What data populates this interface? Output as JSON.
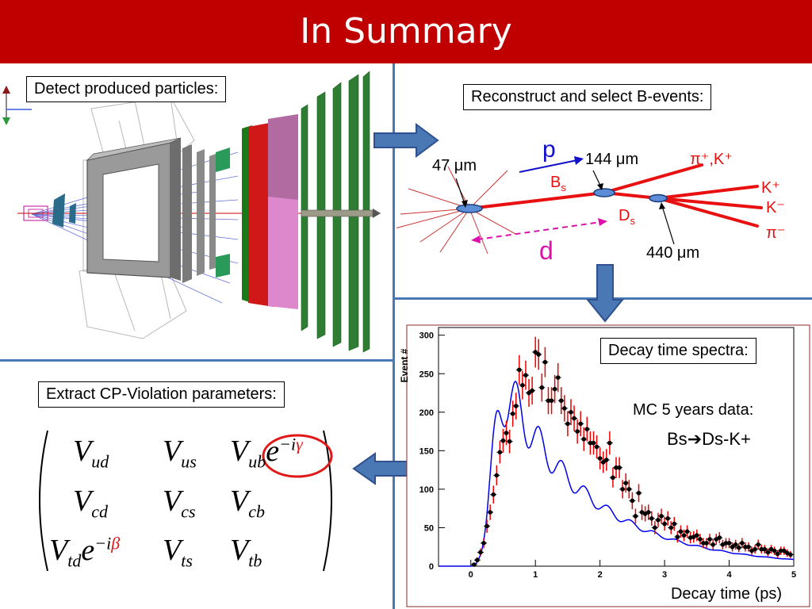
{
  "slide": {
    "title": "In Summary"
  },
  "panels": {
    "detect": {
      "label": "Detect produced particles:"
    },
    "reconstruct": {
      "label": "Reconstruct and select B-events:",
      "p_label": "p",
      "bs": {
        "main": "B",
        "sub": "s"
      },
      "ds": {
        "main": "D",
        "sub": "s"
      },
      "d_label": "d",
      "dist_47": "47 μm",
      "dist_144": "144 μm",
      "dist_440": "440 μm",
      "particles": [
        "π⁺,K⁺",
        "K⁺",
        "K⁻",
        "π⁻"
      ]
    },
    "extract": {
      "label": "Extract CP-Violation parameters:",
      "matrix": [
        [
          {
            "v": "V",
            "s": "ud"
          },
          {
            "v": "V",
            "s": "us"
          },
          {
            "v": "V",
            "s": "ub",
            "e": "e",
            "ex": "−i",
            "ph": "γ"
          }
        ],
        [
          {
            "v": "V",
            "s": "cd"
          },
          {
            "v": "V",
            "s": "cs"
          },
          {
            "v": "V",
            "s": "cb"
          }
        ],
        [
          {
            "v": "V",
            "s": "td",
            "e": "e",
            "ex": "−i",
            "ph": "β"
          },
          {
            "v": "V",
            "s": "ts"
          },
          {
            "v": "V",
            "s": "tb"
          }
        ]
      ]
    },
    "spectrum": {
      "label": "Decay time spectra:",
      "mc_label": "MC 5 years data:",
      "decay_prefix": "Bs",
      "decay_arrow": "➔",
      "decay_suffix": "Ds-K+"
    }
  },
  "colors": {
    "title_bg": "#c00000",
    "divider": "#4a78b5",
    "fit": "#0000ee",
    "errbar": "#ee0000",
    "track": "#ee0000"
  },
  "chart_data": {
    "type": "scatter",
    "title": "",
    "xlabel": "Decay time (ps)",
    "ylabel": "Event #",
    "xlim": [
      -0.5,
      5
    ],
    "ylim": [
      0,
      310
    ],
    "xticks": [
      0,
      1,
      2,
      3,
      4,
      5
    ],
    "yticks": [
      0,
      50,
      100,
      150,
      200,
      250,
      300
    ],
    "series": [
      {
        "name": "",
        "x": [
          0.05,
          0.1,
          0.15,
          0.2,
          0.25,
          0.3,
          0.35,
          0.4,
          0.45,
          0.5,
          0.55,
          0.6,
          0.65,
          0.7,
          0.75,
          0.8,
          0.85,
          0.9,
          0.95,
          1.0,
          1.05,
          1.1,
          1.15,
          1.2,
          1.25,
          1.3,
          1.35,
          1.4,
          1.45,
          1.5,
          1.55,
          1.6,
          1.65,
          1.7,
          1.75,
          1.8,
          1.85,
          1.9,
          1.95,
          2.0,
          2.05,
          2.1,
          2.15,
          2.2,
          2.25,
          2.3,
          2.35,
          2.4,
          2.45,
          2.5,
          2.55,
          2.6,
          2.65,
          2.7,
          2.75,
          2.8,
          2.85,
          2.9,
          2.95,
          3.0,
          3.05,
          3.1,
          3.15,
          3.2,
          3.25,
          3.3,
          3.35,
          3.4,
          3.45,
          3.5,
          3.55,
          3.6,
          3.65,
          3.7,
          3.75,
          3.8,
          3.85,
          3.9,
          3.95,
          4.0,
          4.05,
          4.1,
          4.15,
          4.2,
          4.25,
          4.3,
          4.35,
          4.4,
          4.45,
          4.5,
          4.55,
          4.6,
          4.65,
          4.7,
          4.75,
          4.8,
          4.85,
          4.9,
          4.95
        ],
        "y": [
          2,
          8,
          18,
          30,
          52,
          70,
          93,
          118,
          148,
          163,
          173,
          162,
          198,
          208,
          255,
          235,
          248,
          225,
          228,
          278,
          275,
          232,
          265,
          215,
          215,
          230,
          245,
          215,
          205,
          185,
          200,
          192,
          175,
          185,
          165,
          178,
          160,
          160,
          155,
          140,
          135,
          138,
          160,
          115,
          128,
          128,
          100,
          108,
          100,
          85,
          65,
          95,
          70,
          68,
          70,
          62,
          50,
          60,
          65,
          55,
          62,
          50,
          55,
          38,
          45,
          40,
          45,
          37,
          38,
          40,
          35,
          30,
          30,
          35,
          28,
          35,
          37,
          28,
          30,
          30,
          25,
          28,
          24,
          30,
          25,
          25,
          20,
          22,
          28,
          22,
          22,
          18,
          22,
          20,
          16,
          20,
          20,
          17,
          15
        ]
      }
    ]
  }
}
